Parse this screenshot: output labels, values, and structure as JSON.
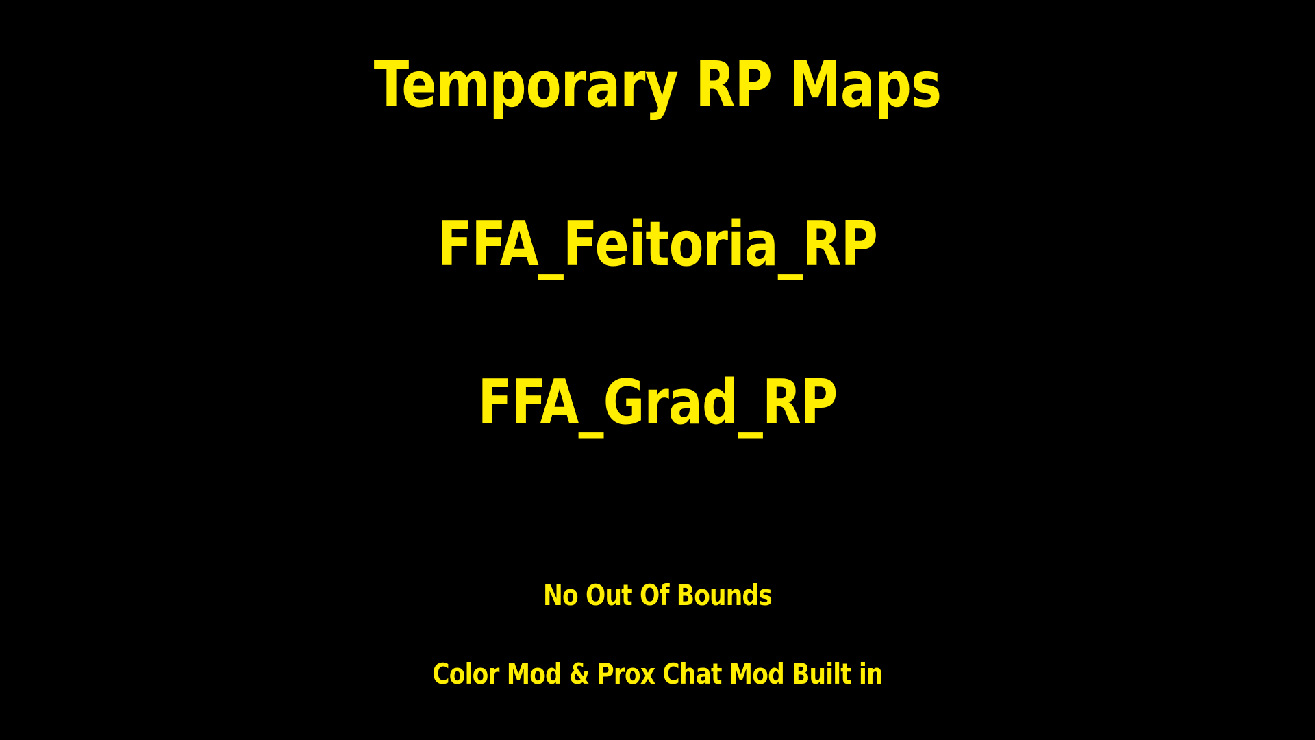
{
  "title": "Temporary RP Maps",
  "maps": [
    "FFA_Feitoria_RP",
    "FFA_Grad_RP"
  ],
  "notes": [
    "No Out Of Bounds",
    "Color Mod & Prox Chat Mod Built in"
  ],
  "colors": {
    "background": "#000000",
    "text": "#ffee00"
  }
}
